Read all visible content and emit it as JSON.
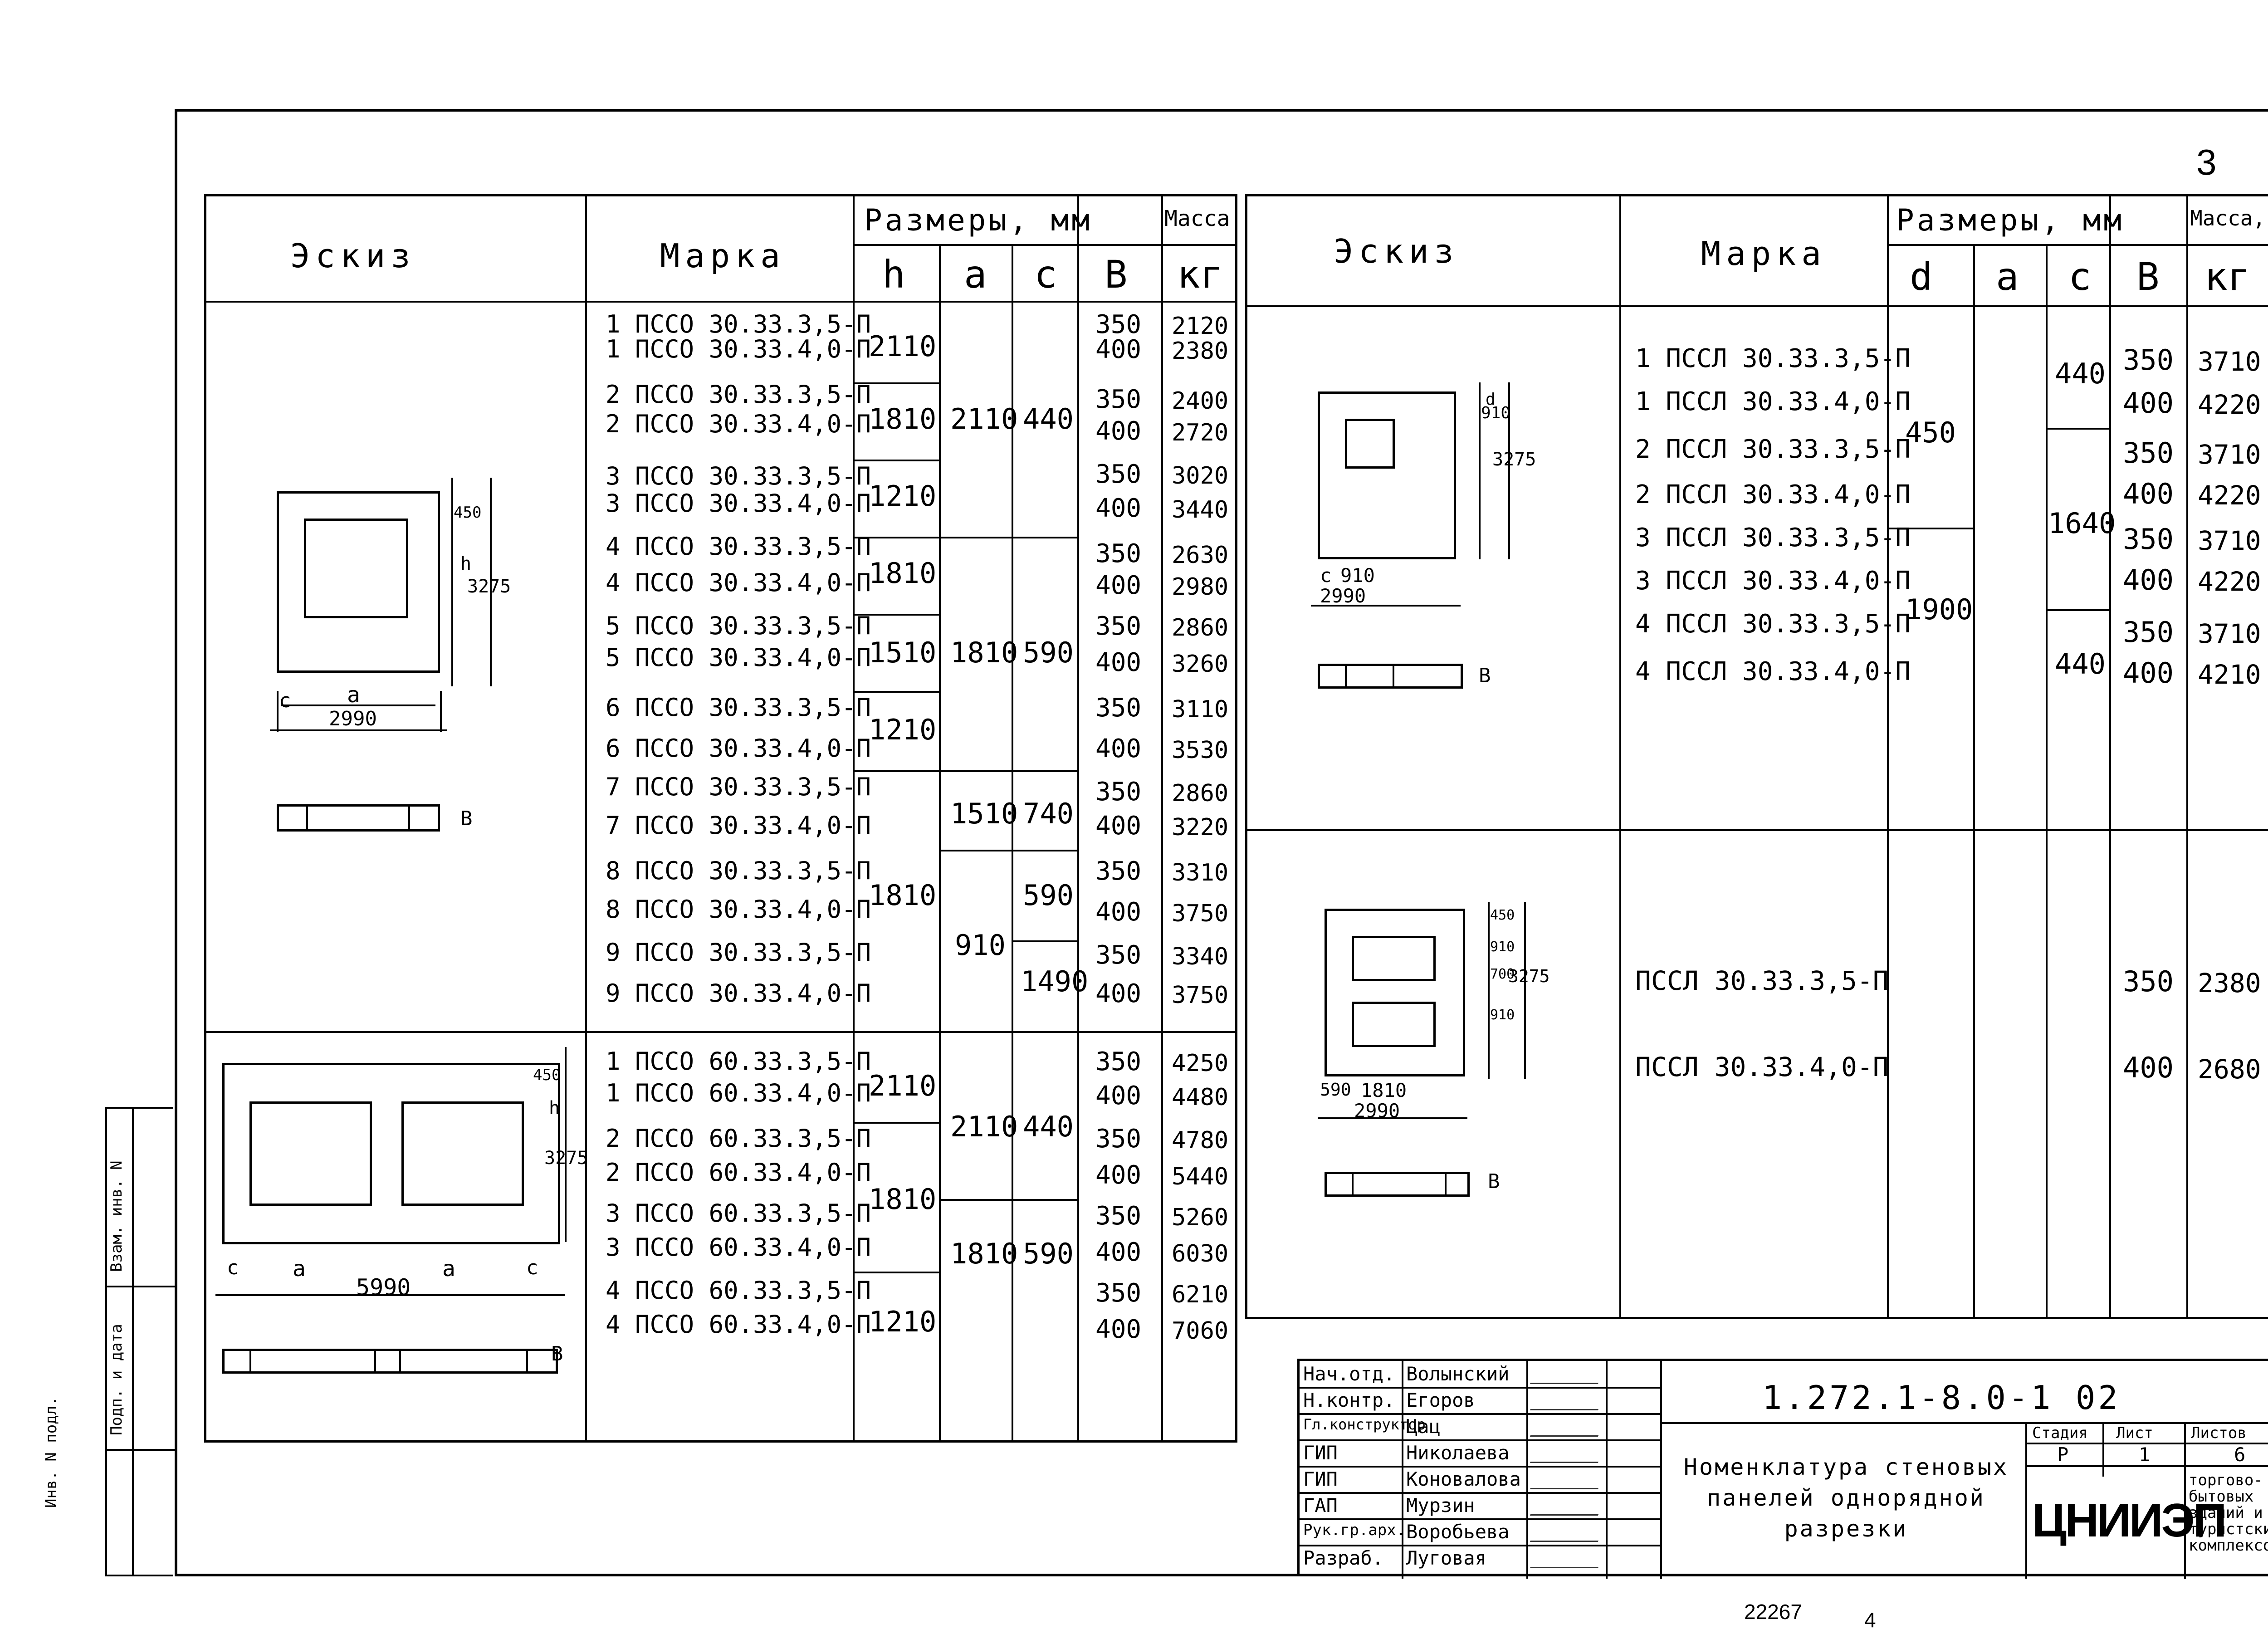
{
  "page_number": "3",
  "footer": {
    "code": "22267",
    "num": "4"
  },
  "left_margin": [
    "Инв. N подл.",
    "Подп. и дата",
    "Взам. инв. N"
  ],
  "left_table": {
    "headers": {
      "sketch": "Эскиз",
      "mark": "Марка",
      "sizes": "Размеры, мм",
      "mass": "Масса",
      "h": "h",
      "a": "a",
      "c": "c",
      "b": "B",
      "kg": "кг"
    },
    "marks1": [
      "1 ПССО 30.33.3,5-П",
      "1 ПССО 30.33.4,0-П",
      "2 ПССО 30.33.3,5-П",
      "2 ПССО 30.33.4,0-П",
      "3 ПССО 30.33.3,5-П",
      "3 ПССО 30.33.4,0-П",
      "4 ПССО 30.33.3,5-П",
      "4 ПССО 30.33.4,0-П",
      "5 ПССО 30.33.3,5-П",
      "5 ПССО 30.33.4,0-П",
      "6 ПССО 30.33.3,5-П",
      "6 ПССО 30.33.4,0-П",
      "7 ПССО 30.33.3,5-П",
      "7 ПССО 30.33.4,0-П",
      "8 ПССО 30.33.3,5-П",
      "8 ПССО 30.33.4,0-П",
      "9 ПССО 30.33.3,5-П",
      "9 ПССО 30.33.4,0-П"
    ],
    "b1": [
      "350",
      "400",
      "350",
      "400",
      "350",
      "400",
      "350",
      "400",
      "350",
      "400",
      "350",
      "400",
      "350",
      "400",
      "350",
      "400",
      "350",
      "400"
    ],
    "m1": [
      "2120",
      "2380",
      "2400",
      "2720",
      "3020",
      "3440",
      "2630",
      "2980",
      "2860",
      "3260",
      "3110",
      "3530",
      "2860",
      "3220",
      "3310",
      "3750",
      "3340",
      "3750"
    ],
    "h1": [
      "2110",
      "1810",
      "1210",
      "1810",
      "1510",
      "1210",
      "1810"
    ],
    "a1": [
      "2110",
      "1810",
      "1510",
      "910"
    ],
    "c1": [
      "440",
      "590",
      "740",
      "590",
      "1490"
    ],
    "marks2": [
      "1 ПССО 60.33.3,5-П",
      "1 ПССО 60.33.4,0-П",
      "2 ПССО 60.33.3,5-П",
      "2 ПССО 60.33.4,0-П",
      "3 ПССО 60.33.3,5-П",
      "3 ПССО 60.33.4,0-П",
      "4 ПССО 60.33.3,5-П",
      "4 ПССО 60.33.4,0-П"
    ],
    "b2": [
      "350",
      "400",
      "350",
      "400",
      "350",
      "400",
      "350",
      "400"
    ],
    "m2": [
      "4250",
      "4480",
      "4780",
      "5440",
      "5260",
      "6030",
      "6210",
      "7060"
    ],
    "h2": [
      "2110",
      "1810",
      "1210"
    ],
    "a2": [
      "2110",
      "1810"
    ],
    "c2": [
      "440",
      "590"
    ],
    "sk1": {
      "h450": "450",
      "h": "h",
      "h3275": "3275",
      "c": "c",
      "a": "a",
      "w": "2990",
      "b": "B"
    },
    "sk2": {
      "h450": "450",
      "h": "h",
      "h3275": "3275",
      "c1": "c",
      "a1": "a",
      "a2": "a",
      "c2": "c",
      "w": "5990",
      "b": "B"
    }
  },
  "right_table": {
    "headers": {
      "sketch": "Эскиз",
      "mark": "Марка",
      "sizes": "Размеры, мм",
      "mass": "Масса,",
      "d": "d",
      "a": "a",
      "c": "c",
      "b": "B",
      "kg": "кг"
    },
    "marks1": [
      "1 ПССЛ 30.33.3,5-П",
      "1 ПССЛ 30.33.4,0-П",
      "2 ПССЛ 30.33.3,5-П",
      "2 ПССЛ 30.33.4,0-П",
      "3 ПССЛ 30.33.3,5-П",
      "3 ПССЛ 30.33.4,0-П",
      "4 ПССЛ 30.33.3,5-П",
      "4 ПССЛ 30.33.4,0-П"
    ],
    "b1": [
      "350",
      "400",
      "350",
      "400",
      "350",
      "400",
      "350",
      "400"
    ],
    "m1": [
      "3710",
      "4220",
      "3710",
      "4220",
      "3710",
      "4220",
      "3710",
      "4210"
    ],
    "d1": [
      "450",
      "1900"
    ],
    "c1": [
      "440",
      "1640",
      "440"
    ],
    "marks2": [
      "ПССЛ 30.33.3,5-П",
      "ПССЛ 30.33.4,0-П"
    ],
    "b2": [
      "350",
      "400"
    ],
    "m2": [
      "2380",
      "2680"
    ],
    "sk1": {
      "h910": "910",
      "d": "d",
      "h3275": "3275",
      "c": "c",
      "a": "910",
      "w": "2990",
      "b": "B"
    },
    "sk2": {
      "h450": "450",
      "h910a": "910",
      "h700": "700",
      "h910b": "910",
      "h3275": "3275",
      "c": "590",
      "a": "1810",
      "w": "2990",
      "b": "B"
    }
  },
  "stamp": {
    "roles": [
      "Нач.отд.",
      "Н.контр.",
      "Гл.конструктор",
      "ГИП",
      "ГИП",
      "ГАП",
      "Рук.гр.арх.",
      "Разраб."
    ],
    "names": [
      "Волынский",
      "Егоров",
      "Цац",
      "Николаева",
      "Коновалова",
      "Мурзин",
      "Воробьева",
      "Луговая"
    ],
    "doc_code": "1.272.1-8.0-1 02",
    "title": "Номенклатура стеновых панелей однорядной разрезки",
    "stadia_label": "Стадия",
    "list_label": "Лист",
    "listov_label": "Листов",
    "stadia": "Р",
    "list": "1",
    "listov": "6",
    "org": "ЦНИИЭП",
    "org_desc": "торгово-бытовых зданий и туристских комплексов"
  }
}
